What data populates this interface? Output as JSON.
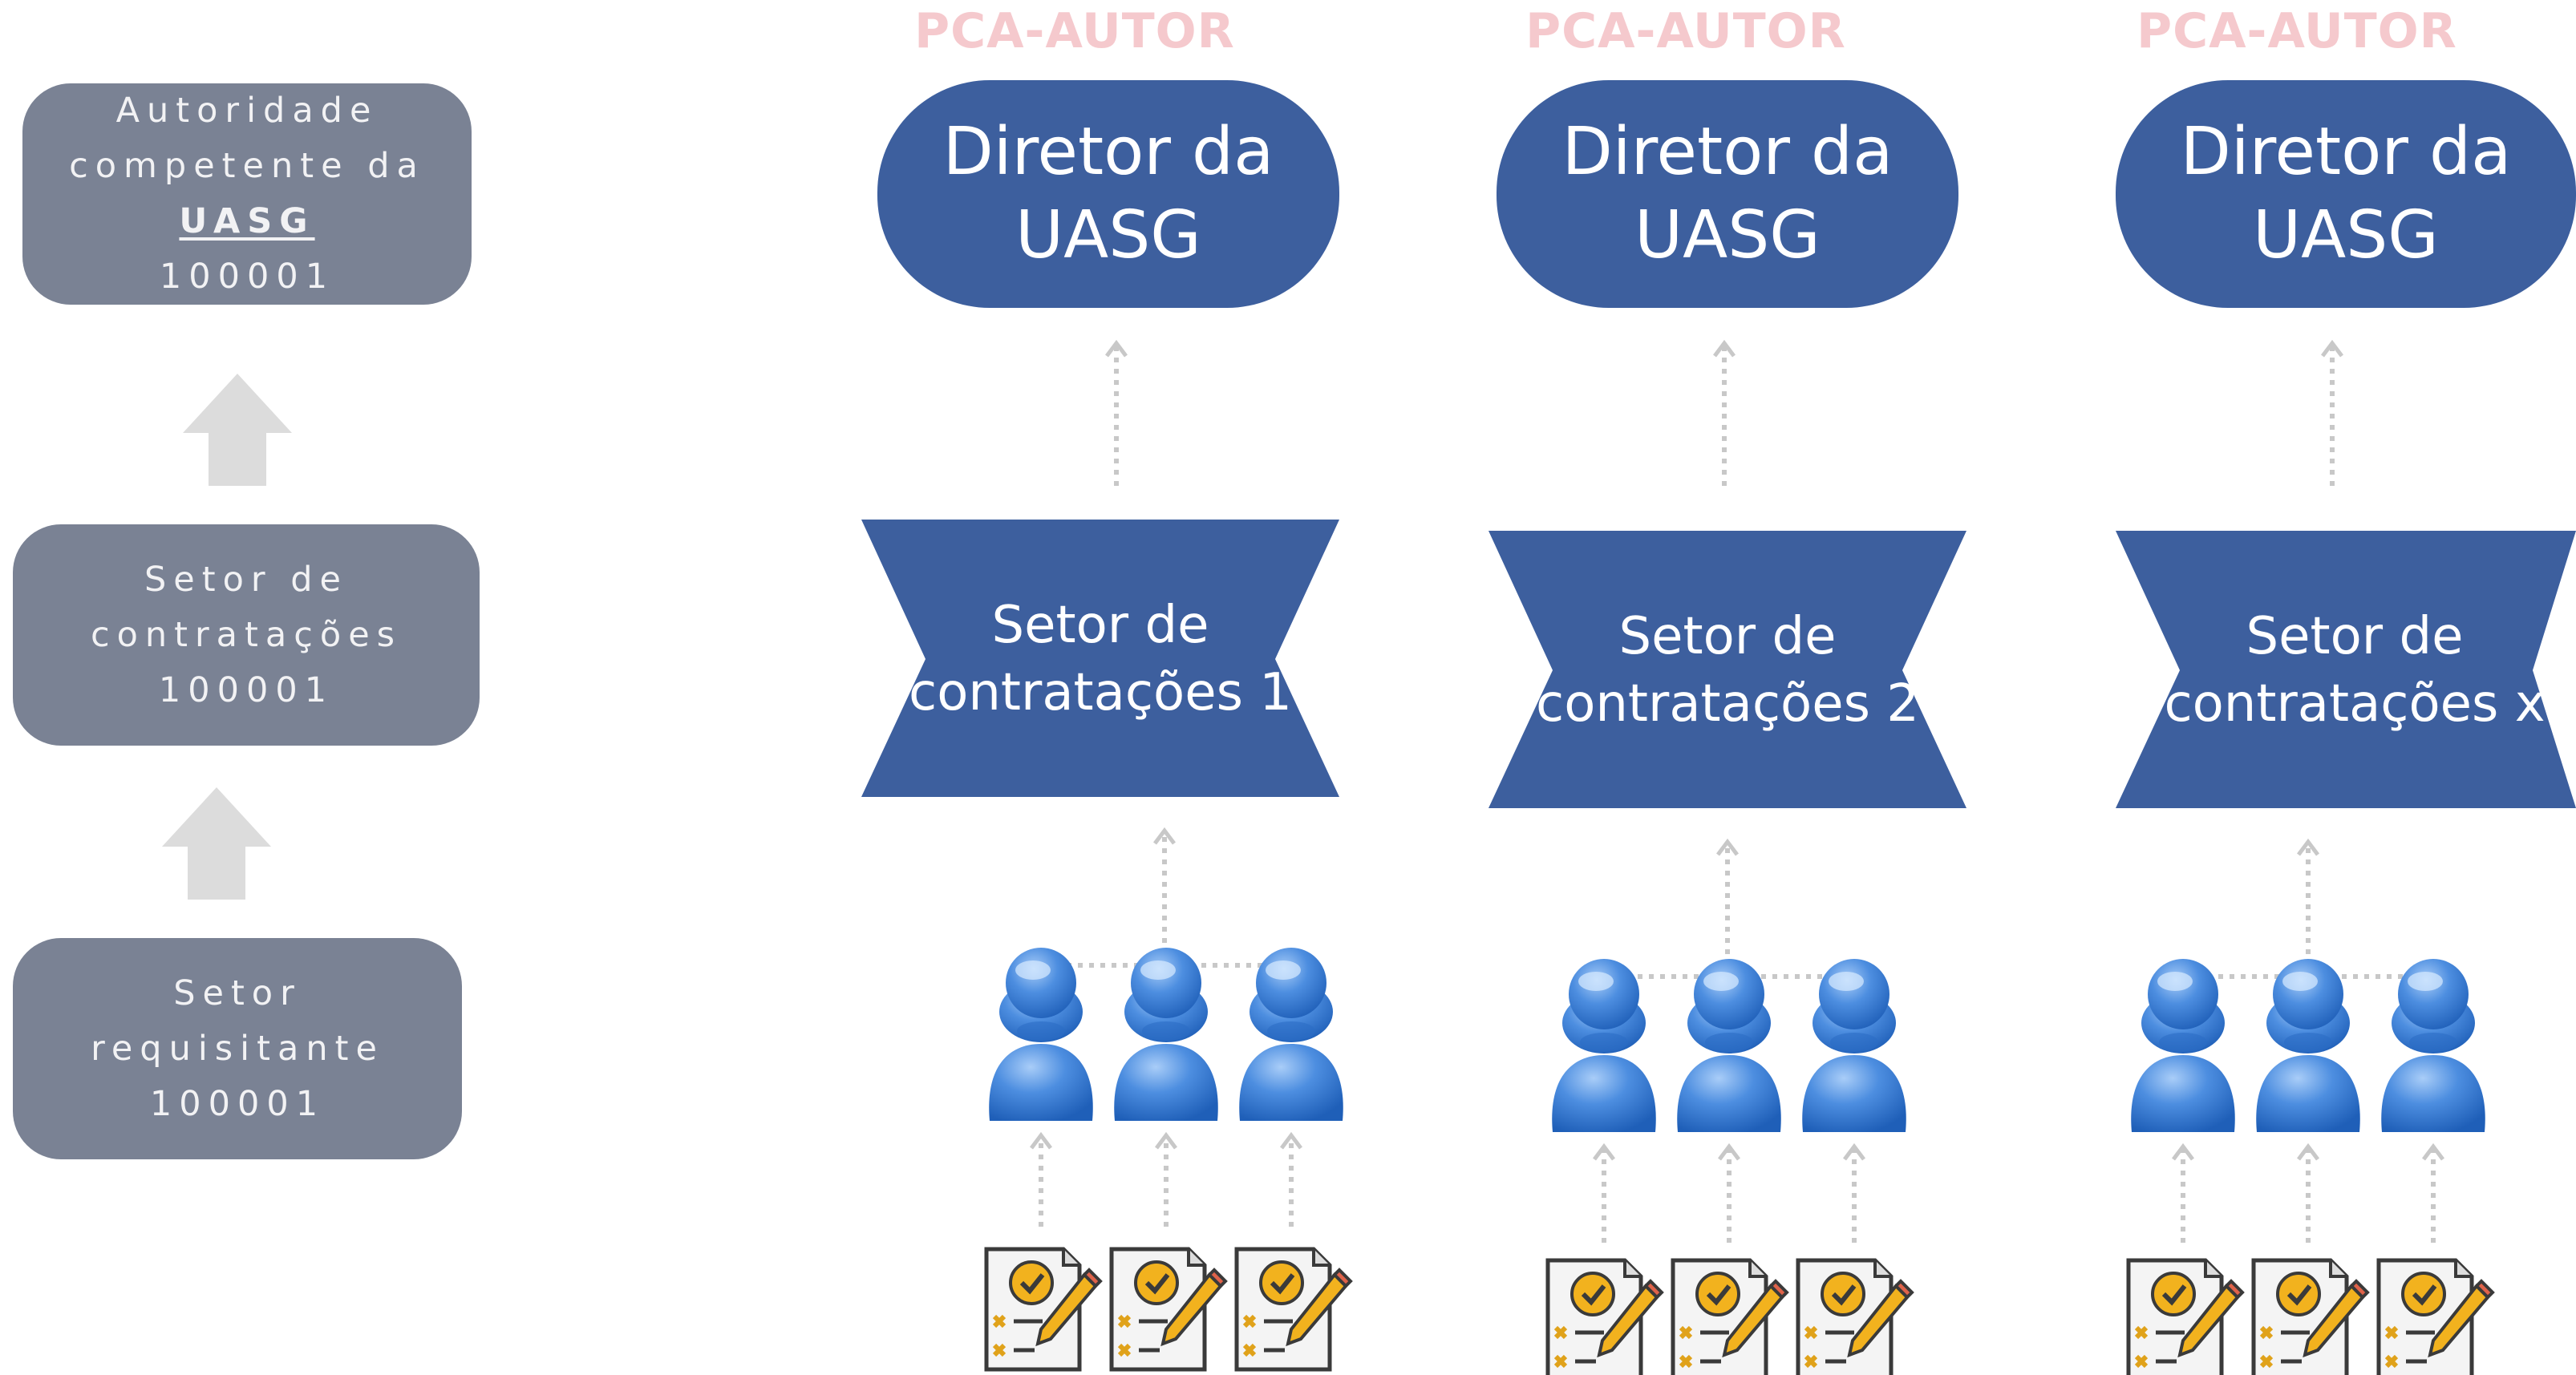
{
  "left_flow": {
    "authority": {
      "line1": "Autoridade",
      "line2_prefix": "competente da ",
      "line2_strong": "UASG",
      "line3": "100001"
    },
    "contracting": {
      "line1": "Setor de contratações",
      "line2": "100001"
    },
    "requesting": {
      "line1": "Setor",
      "line2": "requisitante",
      "line3": "100001"
    }
  },
  "columns": [
    {
      "label": "PCA-AUTOR",
      "director_line1": "Diretor da",
      "director_line2": "UASG",
      "sector_line1": "Setor de",
      "sector_line2": "contratações 1"
    },
    {
      "label": "PCA-AUTOR",
      "director_line1": "Diretor da",
      "director_line2": "UASG",
      "sector_line1": "Setor de",
      "sector_line2": "contratações 2"
    },
    {
      "label": "PCA-AUTOR",
      "director_line1": "Diretor da",
      "director_line2": "UASG",
      "sector_line1": "Setor de",
      "sector_line2": "contratações x"
    }
  ],
  "colors": {
    "grey_box": "#7a8294",
    "director": "#3d5f9e",
    "sector": "#3d5f9e",
    "pca_label": "#f5c9cd",
    "arrow": "#dcdcdc",
    "user_icon": "#4a86d4",
    "doc_check": "#f2b21e"
  },
  "icons": {
    "user": "user-icon",
    "document": "checklist-document-icon",
    "arrow": "up-arrow-icon"
  }
}
